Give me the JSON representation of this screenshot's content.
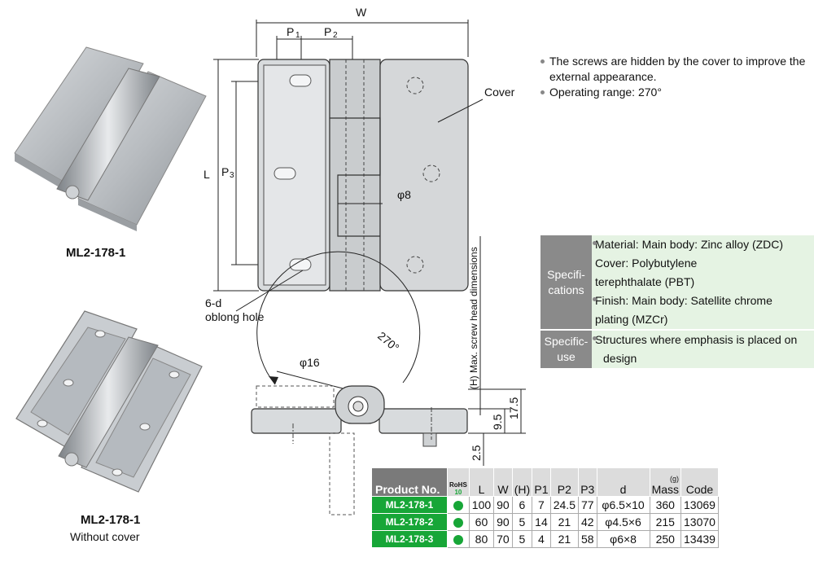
{
  "images": [
    {
      "caption": "ML2-178-1",
      "subcaption": ""
    },
    {
      "caption": "ML2-178-1",
      "subcaption": "Without cover"
    }
  ],
  "drawing": {
    "labels": {
      "w": "W",
      "p1": "P",
      "p1_sub": "1",
      "p2": "P",
      "p2_sub": "2",
      "l": "L",
      "p3": "P",
      "p3_sub": "3",
      "cover": "Cover",
      "phi8": "φ8",
      "hole_count": "6-d",
      "hole_type": "oblong hole",
      "angle": "270°",
      "phi16": "φ16",
      "max_screw": "(H) Max. screw head dimensions",
      "dim_175": "17.5",
      "dim_95": "9.5",
      "dim_25": "2.5"
    }
  },
  "features": [
    "The screws are hidden by the cover to improve the external appearance.",
    "Operating range: 270°"
  ],
  "specifications": {
    "header_1": "Specifi-",
    "header_2": "cations",
    "material_line1": "Material: Main body: Zinc alloy (ZDC)",
    "material_line2": "Cover: Polybutylene",
    "material_line3": "terephthalate (PBT)",
    "finish_line1": "Finish: Main body: Satellite chrome",
    "finish_line2": "plating (MZCr)"
  },
  "specific_use": {
    "header_1": "Specific-",
    "header_2": "use",
    "line1": "Structures where emphasis is placed on",
    "line2": "design"
  },
  "product_table": {
    "headers": [
      "Product No.",
      "RoHS",
      "10",
      "L",
      "W",
      "(H)",
      "P1",
      "P2",
      "P3",
      "d",
      "(g)",
      "Mass",
      "Code"
    ],
    "rows": [
      {
        "product": "ML2-178-1",
        "L": "100",
        "W": "90",
        "H": "6",
        "P1": "7",
        "P2": "24.5",
        "P3": "77",
        "d": "φ6.5×10",
        "mass": "360",
        "code": "13069"
      },
      {
        "product": "ML2-178-2",
        "L": "60",
        "W": "90",
        "H": "5",
        "P1": "14",
        "P2": "21",
        "P3": "42",
        "d": "φ4.5×6",
        "mass": "215",
        "code": "13070"
      },
      {
        "product": "ML2-178-3",
        "L": "80",
        "W": "70",
        "H": "5",
        "P1": "4",
        "P2": "21",
        "P3": "58",
        "d": "φ6×8",
        "mass": "250",
        "code": "13439"
      }
    ]
  },
  "colors": {
    "green": "#17a637",
    "header_gray": "#7a7a7a",
    "spec_green": "#e5f3e3"
  }
}
